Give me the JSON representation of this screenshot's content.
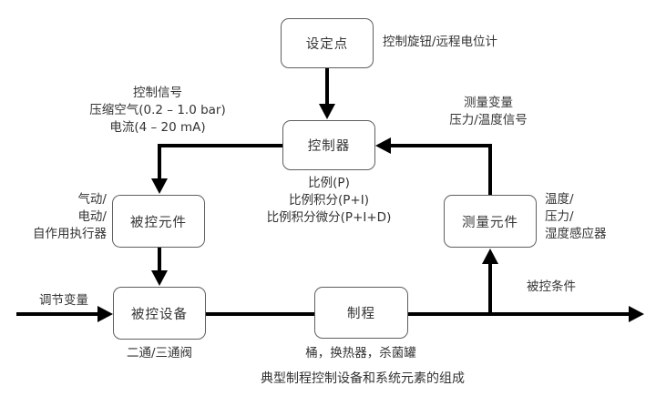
{
  "diagram": {
    "caption": "典型制程控制设备和系统元素的组成",
    "colors": {
      "line": "#000000",
      "box_border": "#5f5f5f",
      "text": "#333333",
      "background": "#ffffff"
    },
    "boxes": {
      "setpoint": "设定点",
      "controller": "控制器",
      "final_control_element": "被控元件",
      "measuring_element": "测量元件",
      "controlled_equipment": "被控设备",
      "process": "制程"
    },
    "labels": {
      "setpoint_note": "控制旋钮/远程电位计",
      "control_signal": [
        "控制信号",
        "压缩空气(0.2 – 1.0 bar)",
        "电流(4 – 20 mA)"
      ],
      "measured_variable": [
        "测量变量",
        "压力/温度信号"
      ],
      "actuator": [
        "气动/",
        "电动/",
        "自作用执行器"
      ],
      "controller_modes": [
        "比例(P)",
        "比例积分(P+I)",
        "比例积分微分(P+I+D)"
      ],
      "sensors": [
        "温度/",
        "压力/",
        "湿度感应器"
      ],
      "manipulated_variable": "调节变量",
      "valve_types": "二通/三通阀",
      "process_examples": "桶，换热器，杀菌罐",
      "controlled_condition": "被控条件"
    }
  }
}
